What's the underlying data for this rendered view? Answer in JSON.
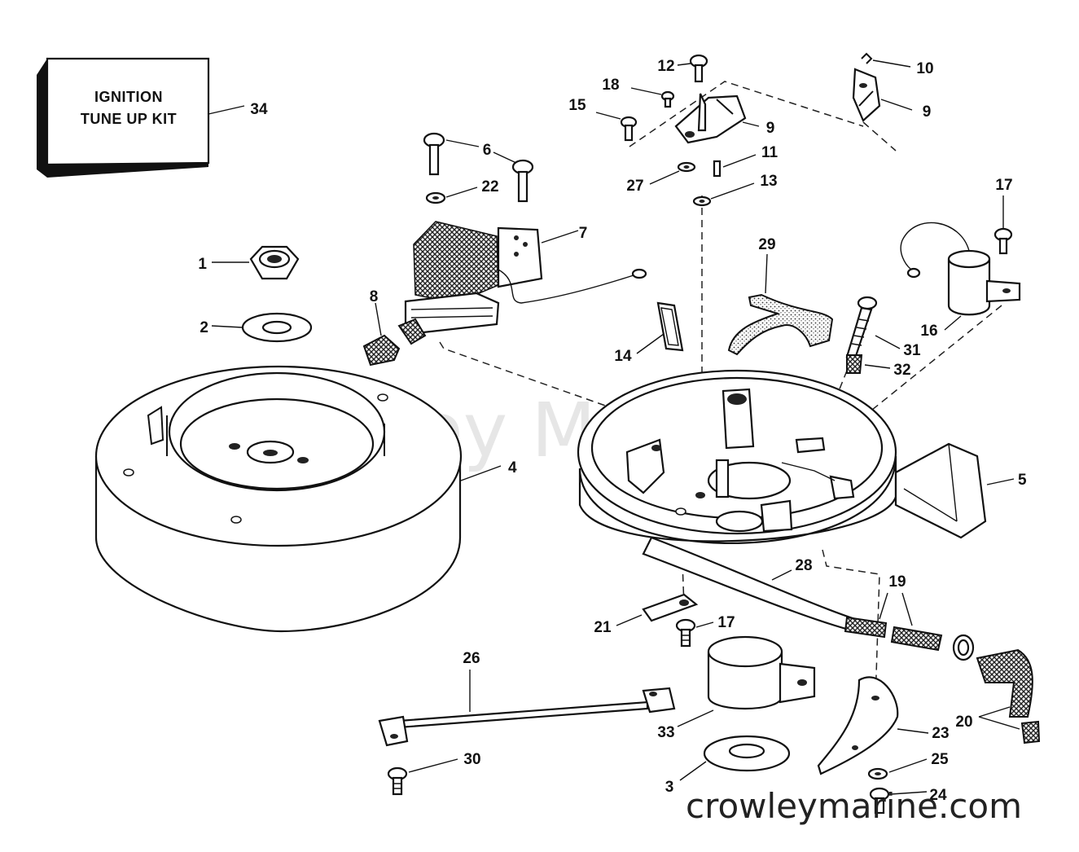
{
  "kit_box": {
    "line1": "IGNITION",
    "line2": "TUNE UP KIT"
  },
  "watermark": {
    "faint": "Crowley Marine",
    "url": "crowleymarine.com"
  },
  "callouts": {
    "c1": "1",
    "c2": "2",
    "c3": "3",
    "c4": "4",
    "c5": "5",
    "c6": "6",
    "c7": "7",
    "c8": "8",
    "c9a": "9",
    "c9b": "9",
    "c10": "10",
    "c11": "11",
    "c12": "12",
    "c13": "13",
    "c14": "14",
    "c15": "15",
    "c16": "16",
    "c17a": "17",
    "c17b": "17",
    "c18": "18",
    "c19": "19",
    "c20": "20",
    "c21": "21",
    "c22": "22",
    "c23": "23",
    "c24": "24",
    "c25": "25",
    "c26": "26",
    "c27": "27",
    "c28": "28",
    "c29": "29",
    "c30": "30",
    "c31": "31",
    "c32": "32",
    "c33": "33",
    "c34": "34"
  }
}
